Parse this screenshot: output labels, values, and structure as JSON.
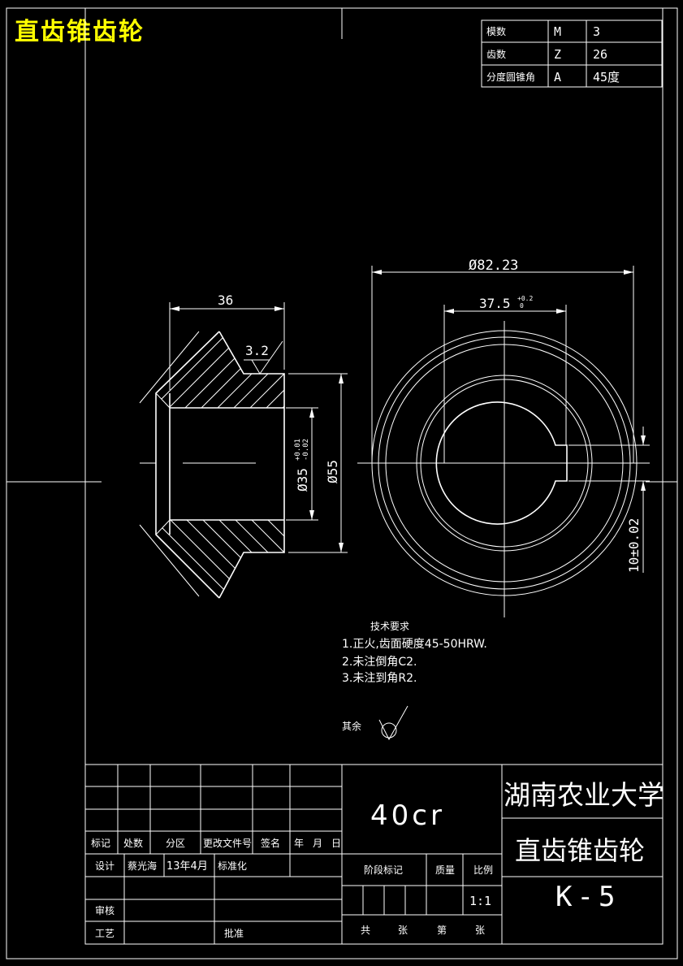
{
  "drawing_title": "直齿锥齿轮",
  "param_table": [
    {
      "name": "模数",
      "symbol": "M",
      "value": "3"
    },
    {
      "name": "齿数",
      "symbol": "Z",
      "value": "26"
    },
    {
      "name": "分度圆锥角",
      "symbol": "A",
      "value": "45度"
    }
  ],
  "dimensions": {
    "width_36": "36",
    "roughness_32": "3.2",
    "bore_dia": "Ø35",
    "bore_tol_upper": "+0.01",
    "bore_tol_lower": "-0.02",
    "hub_dia": "Ø55",
    "outer_dia": "Ø82.23",
    "keyway_width": "37.5",
    "keyway_tol": "+0.2",
    "keyway_tol2": "0",
    "keyway_depth": "10±0.02"
  },
  "tech_requirements": {
    "heading": "技术要求",
    "items": [
      "1.正火,齿面硬度45-50HRW.",
      "2.未注倒角C2.",
      "3.未注到角R2."
    ]
  },
  "other_surface": "其余",
  "title_block": {
    "material": "40cr",
    "organization": "湖南农业大学",
    "part_name": "直齿锥齿轮",
    "drawing_no": "K-5",
    "col_headers": [
      "标记",
      "处数",
      "分区",
      "更改文件号",
      "签名",
      "年",
      "月",
      "日"
    ],
    "designer_label": "设计",
    "designer_name": "蔡光海",
    "date": "13年4月",
    "standardization": "标准化",
    "stage_mark": "阶段标记",
    "weight": "质量",
    "scale_label": "比例",
    "scale_value": "1:1",
    "review": "审核",
    "process": "工艺",
    "approve": "批准",
    "sheet_total": "共",
    "sheet_unit1": "张",
    "sheet_no": "第",
    "sheet_unit2": "张"
  }
}
